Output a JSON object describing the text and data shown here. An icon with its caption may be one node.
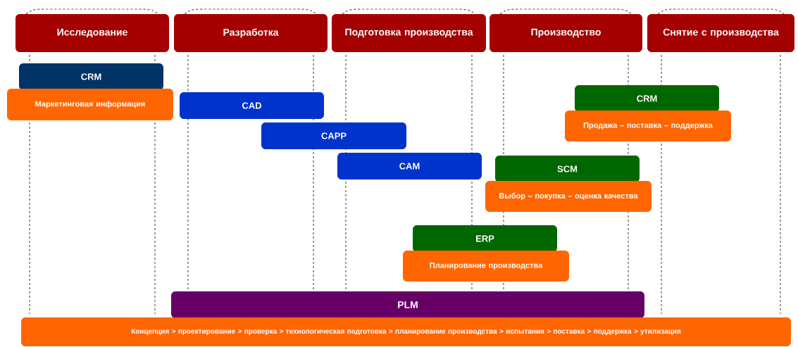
{
  "diagram": {
    "nodes": [
      {
        "text": [
          "Исследование"
        ]
      },
      {
        "text": [
          "Разработка"
        ]
      },
      {
        "text": [
          "Подготовка производства"
        ]
      },
      {
        "text": [
          "Производство"
        ]
      },
      {
        "text": [
          "Снятие с производства"
        ]
      },
      {
        "text": [
          "CRM"
        ]
      },
      {
        "text": [
          "Маркетинговая информация"
        ]
      },
      {
        "text": [
          "CAD"
        ]
      },
      {
        "text": [
          "CAPP"
        ]
      },
      {
        "text": [
          "CAM"
        ]
      },
      {
        "text": [
          "CRM"
        ]
      },
      {
        "text": [
          "Продажа – поставка – поддержка"
        ]
      },
      {
        "text": [
          "SCM"
        ]
      },
      {
        "text": [
          "Выбор – покупка – оценка качества"
        ]
      },
      {
        "text": [
          "ERP"
        ]
      },
      {
        "text": [
          "Планирование производства"
        ]
      },
      {
        "text": [
          "PLM"
        ]
      },
      {
        "text": [
          "Концепция > проектирование > проверка > технологическая подготовка > планирование производства > испытания > поставка > поддержка > утилизация"
        ]
      }
    ]
  }
}
